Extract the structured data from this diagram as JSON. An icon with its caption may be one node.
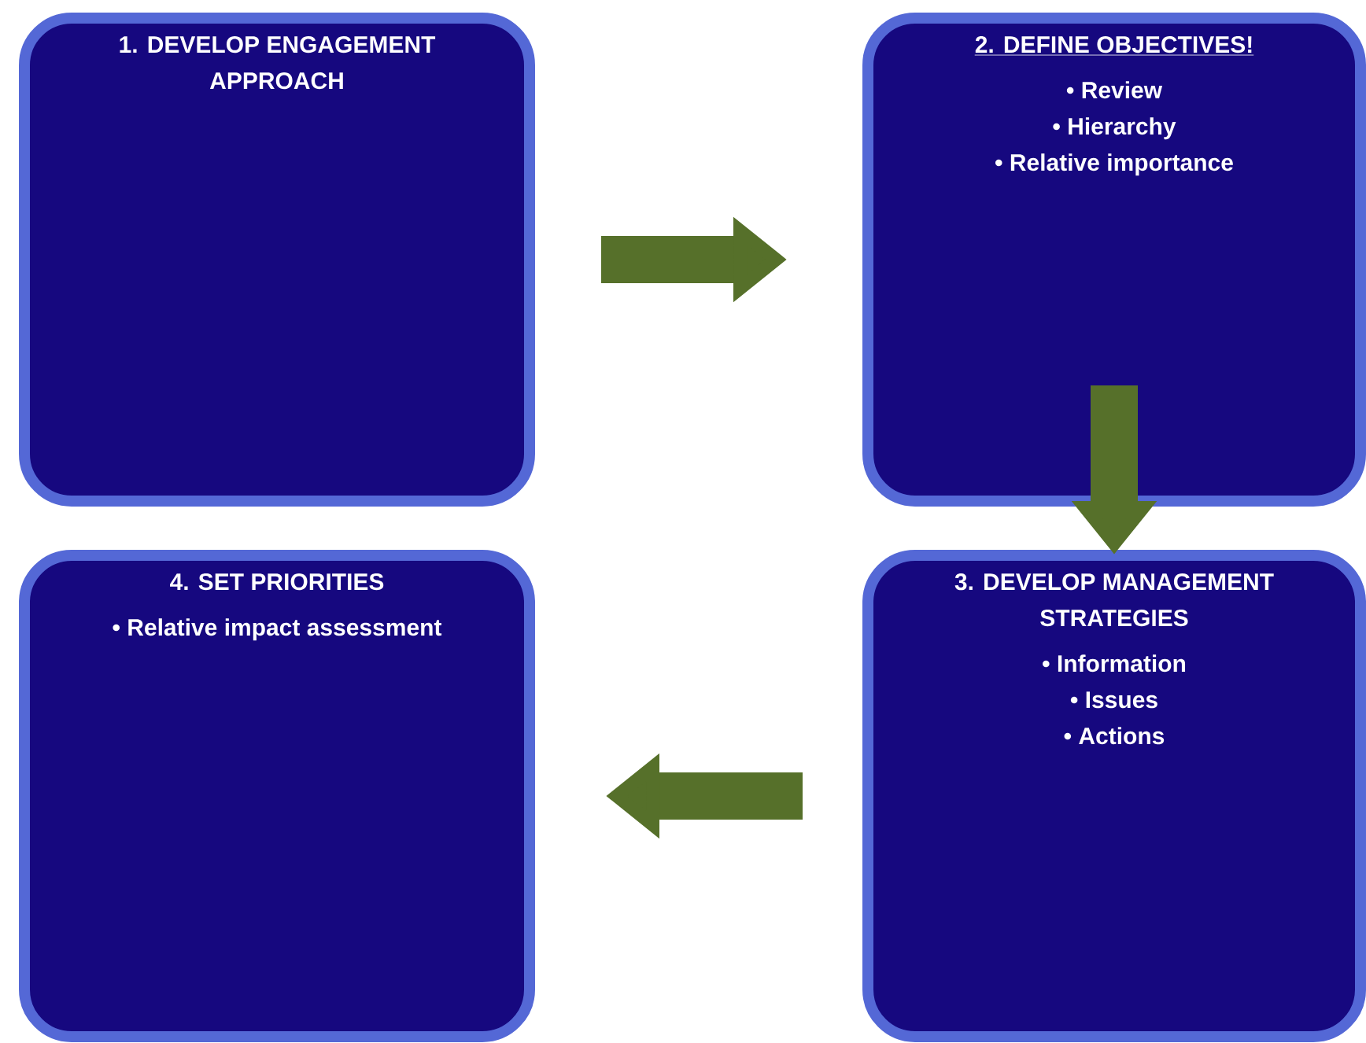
{
  "diagram": {
    "nodes": [
      {
        "text": [
          "1. DEVELOP ENGAGEMENT APPROACH"
        ]
      },
      {
        "text": [
          "2. DEFINE OBJECTIVES!",
          "• Review",
          "• Hierarchy",
          "• Relative importance"
        ]
      },
      {
        "text": [
          "3. DEVELOP MANAGEMENT STRATEGIES",
          "• Information",
          "• Issues",
          "• Actions"
        ]
      },
      {
        "text": [
          "4. SET PRIORITIES",
          "• Relative impact assessment"
        ]
      }
    ],
    "edges": [
      {
        "from": 0,
        "to": 1,
        "arrow": "to"
      },
      {
        "from": 1,
        "to": 2,
        "arrow": "to"
      },
      {
        "from": 2,
        "to": 3,
        "arrow": "to"
      }
    ]
  }
}
